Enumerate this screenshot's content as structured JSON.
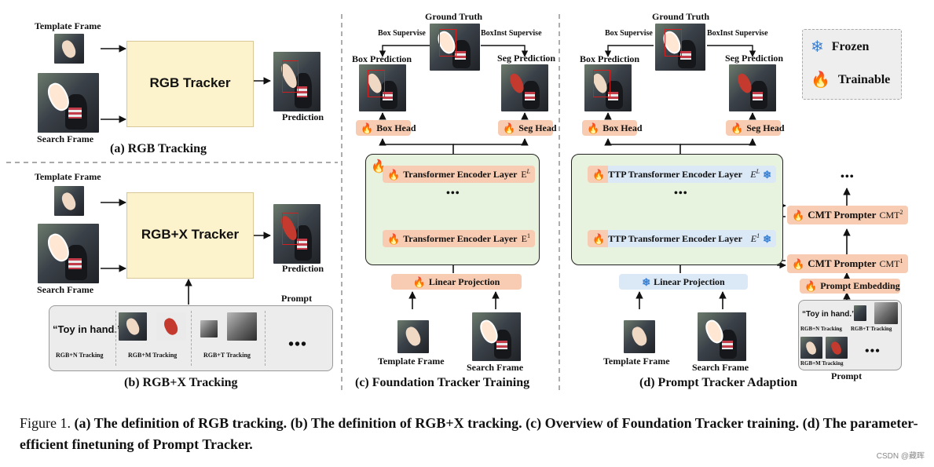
{
  "panel_a": {
    "template_frame": "Template Frame",
    "search_frame": "Search Frame",
    "tracker": "RGB Tracker",
    "prediction": "Prediction",
    "subtitle": "(a) RGB Tracking"
  },
  "panel_b": {
    "template_frame": "Template Frame",
    "search_frame": "Search Frame",
    "tracker": "RGB+X Tracker",
    "prediction": "Prediction",
    "prompt": "Prompt",
    "prompt_text": "“Toy in hand.”",
    "rgbn": "RGB+N Tracking",
    "rgbm": "RGB+M Tracking",
    "rgbt": "RGB+T Tracking",
    "more": "•••",
    "subtitle": "(b) RGB+X Tracking"
  },
  "panel_c": {
    "ground_truth": "Ground Truth",
    "box_supervise": "Box Supervise",
    "boxinst_supervise": "BoxInst Supervise",
    "box_prediction": "Box Prediction",
    "seg_prediction": "Seg Prediction",
    "box_head": "Box Head",
    "seg_head": "Seg Head",
    "encoder_L": "Transformer Encoder Layer",
    "encoder_L_sym": "E",
    "encoder_L_sup": "L",
    "encoder_1": "Transformer Encoder Layer",
    "encoder_1_sym": "E",
    "encoder_1_sup": "1",
    "dots": "•••",
    "linear": "Linear Projection",
    "template_frame": "Template Frame",
    "search_frame": "Search Frame",
    "subtitle": "(c) Foundation Tracker Training"
  },
  "panel_d": {
    "ground_truth": "Ground Truth",
    "box_supervise": "Box Supervise",
    "boxinst_supervise": "BoxInst Supervise",
    "box_prediction": "Box Prediction",
    "seg_prediction": "Seg Prediction",
    "box_head": "Box Head",
    "seg_head": "Seg Head",
    "ttp_L": "TTP Transformer Encoder Layer",
    "ttp_L_sym": "E",
    "ttp_L_sup": "L",
    "ttp_1": "TTP Transformer Encoder Layer",
    "ttp_1_sym": "E",
    "ttp_1_sup": "1",
    "dots": "•••",
    "linear": "Linear Projection",
    "cmt2": "CMT Prompter",
    "cmt2_sym": "CMT",
    "cmt2_sup": "2",
    "cmt1": "CMT Prompter",
    "cmt1_sym": "CMT",
    "cmt1_sup": "1",
    "prompt_embedding": "Prompt Embedding",
    "prompt_text": "“Toy in hand.”",
    "rgbn": "RGB+N Tracking",
    "rgbt": "RGB+T Tracking",
    "rgbm": "RGB+M Tracking",
    "more": "•••",
    "prompt": "Prompt",
    "template_frame": "Template Frame",
    "search_frame": "Search Frame",
    "subtitle": "(d) Prompt Tracker Adaption"
  },
  "legend": {
    "frozen": "Frozen",
    "trainable": "Trainable"
  },
  "caption": {
    "prefix": "Figure 1.",
    "a": "(a) The definition of RGB tracking.",
    "b": "(b) The definition of RGB+X tracking.",
    "c": "(c) Overview of Foundation Tracker training.",
    "d": "(d) The parameter-efficient finetuning of Prompt Tracker."
  },
  "watermark": "CSDN @藏晖",
  "colors": {
    "trainable": "#f7ccb2",
    "frozen": "#dbe8f6",
    "tracker": "#fcf2cc",
    "encoder_box": "#e7f3de",
    "bbox": "#d21f1f"
  },
  "icons": {
    "trainable": "fire-icon",
    "frozen": "snowflake-icon"
  }
}
